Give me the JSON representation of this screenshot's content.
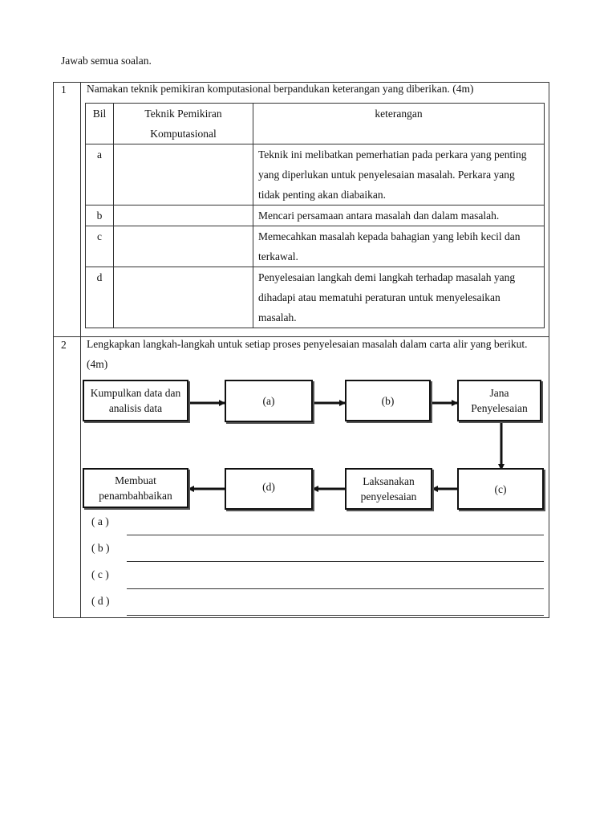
{
  "instruction": "Jawab semua soalan.",
  "q1": {
    "number": "1",
    "text": "Namakan teknik pemikiran komputasional berpandukan keterangan yang diberikan. (4m)",
    "table": {
      "headers": [
        "Bil",
        "Teknik Pemikiran Komputasional",
        "keterangan"
      ],
      "rows": [
        {
          "bil": "a",
          "teknik": "",
          "keterangan": "Teknik ini melibatkan pemerhatian pada perkara yang penting yang diperlukan untuk penyelesaian masalah. Perkara yang tidak penting akan diabaikan."
        },
        {
          "bil": "b",
          "teknik": "",
          "keterangan": "Mencari persamaan antara masalah dan dalam masalah."
        },
        {
          "bil": "c",
          "teknik": "",
          "keterangan": "Memecahkan masalah kepada bahagian yang lebih kecil dan terkawal."
        },
        {
          "bil": "d",
          "teknik": "",
          "keterangan": "Penyelesaian langkah demi langkah terhadap masalah yang dihadapi atau mematuhi peraturan untuk menyelesaikan masalah."
        }
      ]
    }
  },
  "q2": {
    "number": "2",
    "text": "Lengkapkan langkah-langkah untuk setiap proses penyelesaian masalah dalam carta alir yang berikut. (4m)",
    "flow": {
      "kumpul": "Kumpulkan data dan analisis data",
      "a": "(a)",
      "b": "(b)",
      "jana": "Jana Penyelesaian",
      "c": "(c)",
      "laksana": "Laksanakan penyelesaian",
      "d": "(d)",
      "membuat": "Membuat penambahbaikan"
    },
    "answers": [
      "( a )",
      "( b )",
      "( c )",
      "( d )"
    ]
  }
}
